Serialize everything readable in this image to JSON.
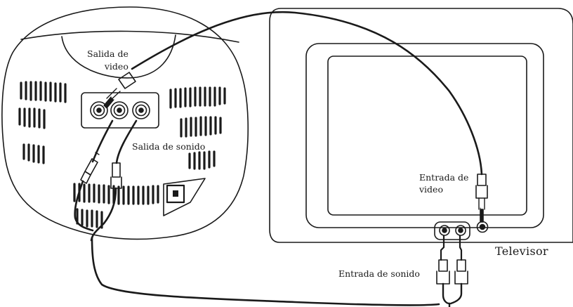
{
  "labels": {
    "video_out": "Salida de\nvideo",
    "audio_out": "Salida de sonido",
    "video_in": "Entrada de\nvideo",
    "audio_in": "Entrada de sonido",
    "tv": "Televisor"
  },
  "colors": {
    "line": "#1a1a1a",
    "background": "#ffffff"
  },
  "icons": [
    "grille-vents",
    "rca-jack",
    "rca-plug",
    "power-socket"
  ]
}
